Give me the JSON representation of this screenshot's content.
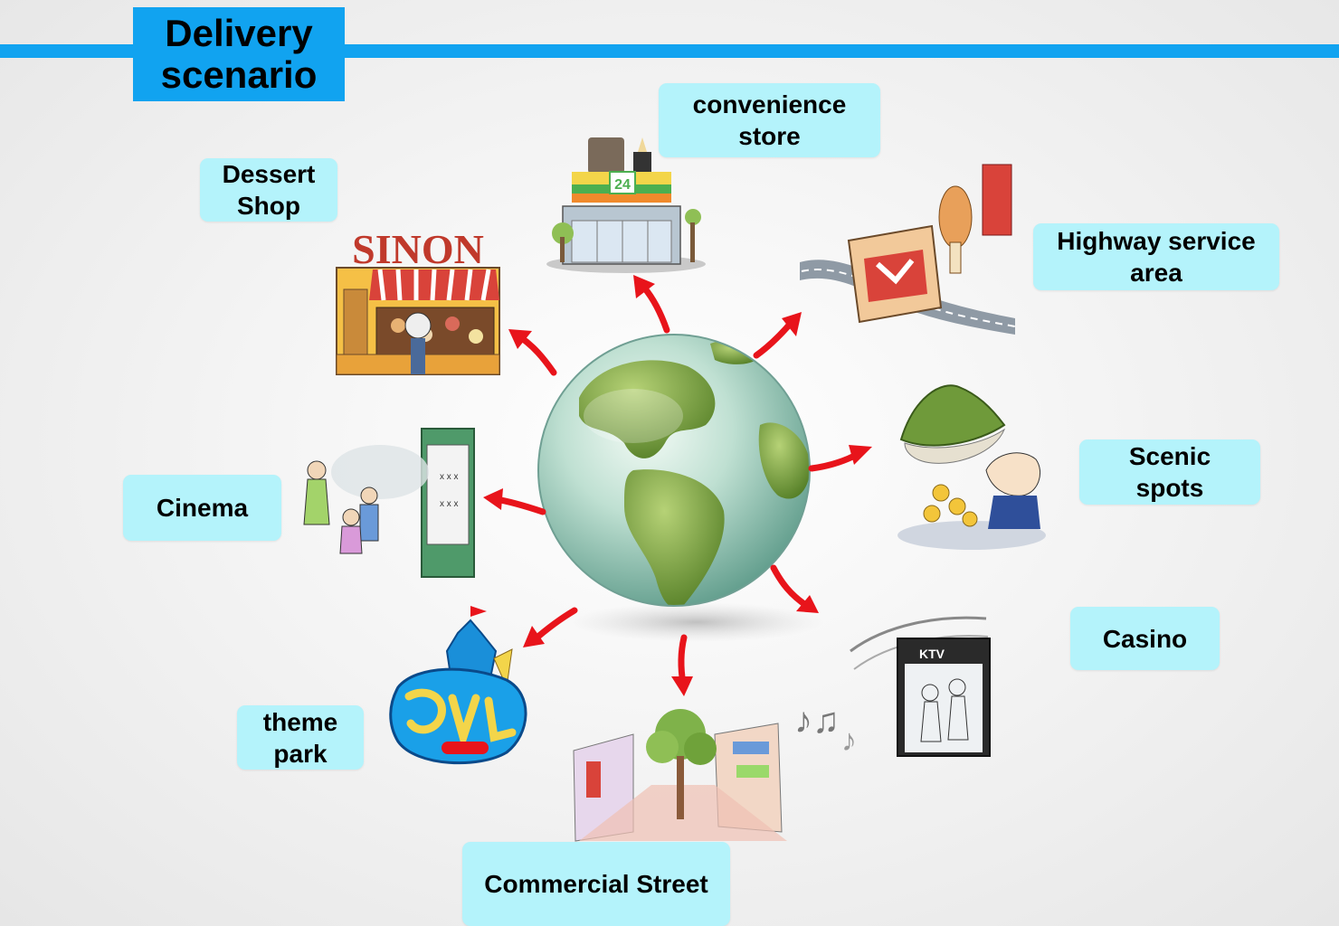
{
  "title": "Delivery\nscenario",
  "colors": {
    "accent_blue": "#11a3f0",
    "label_bg": "#b4f3fb",
    "arrow_red": "#e8141b"
  },
  "center_icon": "globe-icon",
  "scenarios": [
    {
      "label": "convenience\nstore",
      "icon": "convenience-store-icon"
    },
    {
      "label": "Dessert\nShop",
      "icon": "dessert-shop-icon"
    },
    {
      "label": "Highway service\narea",
      "icon": "highway-service-area-icon"
    },
    {
      "label": "Scenic\nspots",
      "icon": "scenic-spot-icon"
    },
    {
      "label": "Cinema",
      "icon": "cinema-icon"
    },
    {
      "label": "Casino",
      "icon": "ktv-casino-icon"
    },
    {
      "label": "theme\npark",
      "icon": "theme-park-icon"
    },
    {
      "label": "Commercial Street",
      "icon": "commercial-street-icon"
    }
  ],
  "illustration_text": {
    "dessert_sign": "SINON",
    "store_number": "24",
    "ktv_sign": "KTV"
  }
}
